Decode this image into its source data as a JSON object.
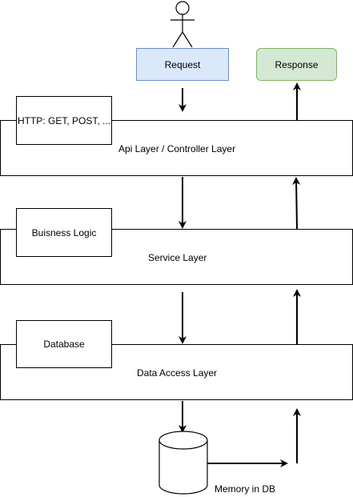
{
  "actor": {
    "icon": "stick-figure-user-icon"
  },
  "request": {
    "label": "Request",
    "fill": "#dae8fc",
    "stroke": "#6c8ebf"
  },
  "response": {
    "label": "Response",
    "fill": "#d5e8d4",
    "stroke": "#82b366"
  },
  "layers": [
    {
      "title": "Api Layer / Controller Layer",
      "tag": "HTTP: GET, POST, ..."
    },
    {
      "title": "Service Layer",
      "tag": "Buisness Logic"
    },
    {
      "title": "Data Access Layer",
      "tag": "Database"
    }
  ],
  "database": {
    "icon": "database-cylinder-icon",
    "label": "Memory in DB"
  }
}
